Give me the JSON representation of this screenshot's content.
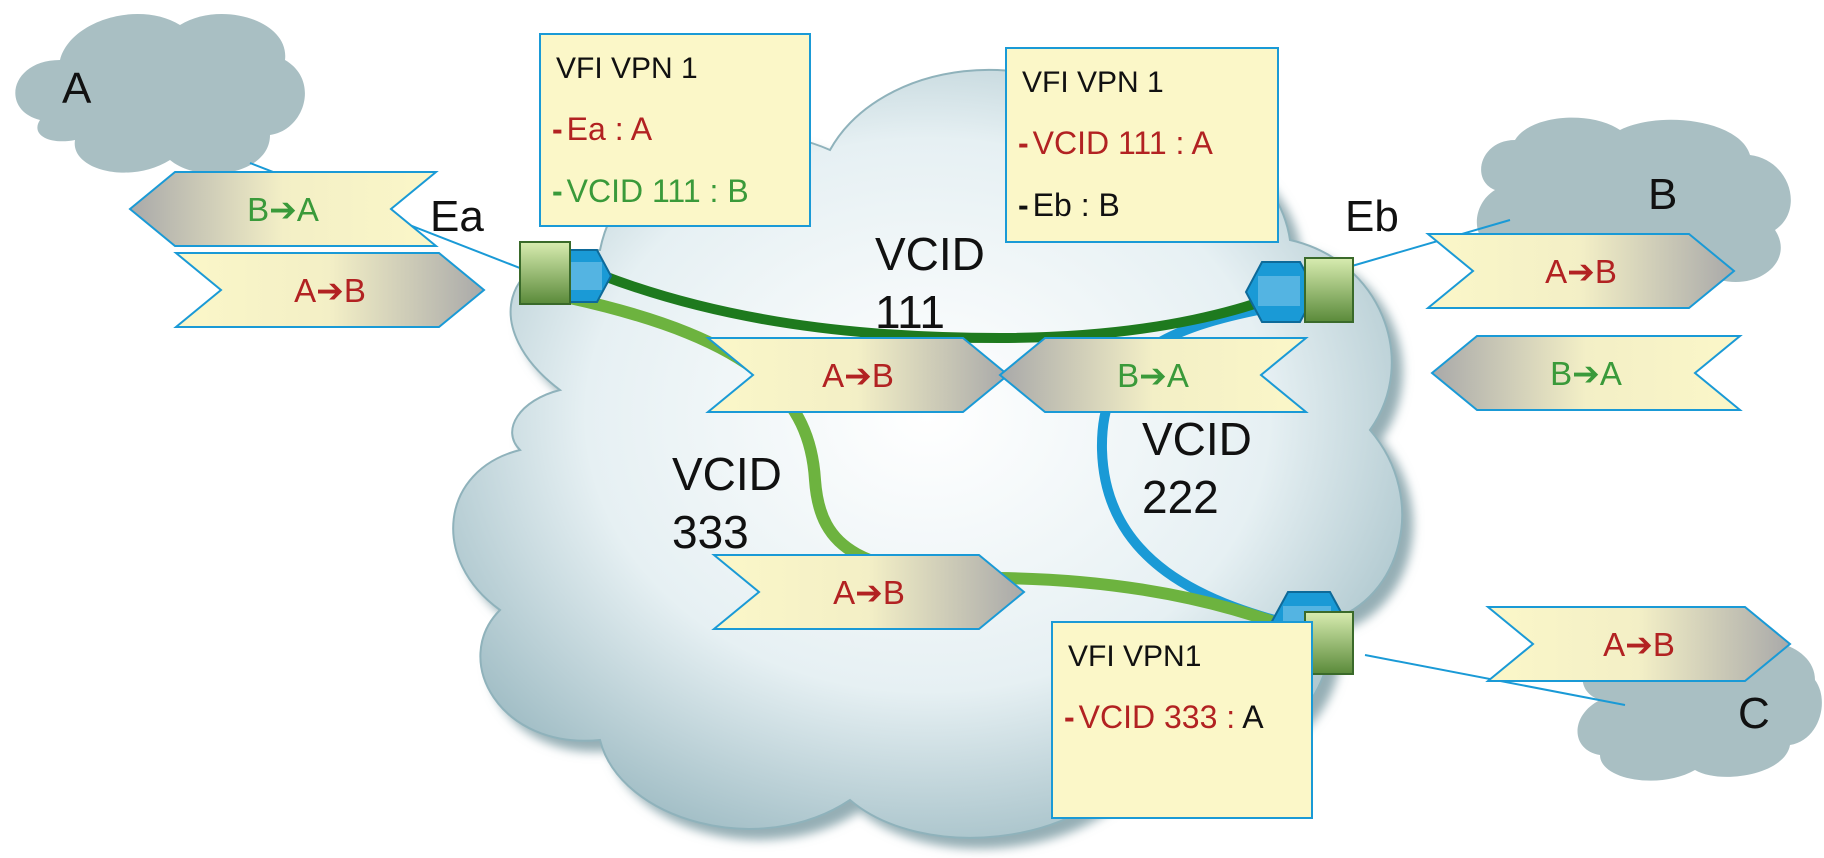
{
  "sites": {
    "a": "A",
    "b": "B",
    "c": "C"
  },
  "routers": {
    "ea": "Ea",
    "eb": "Eb"
  },
  "vcids": {
    "v111": [
      "VCID",
      "111"
    ],
    "v222": [
      "VCID",
      "222"
    ],
    "v333": [
      "VCID",
      "333"
    ]
  },
  "packets": {
    "a_to_b": {
      "from": "A",
      "to": "B",
      "text_color": "#b22222",
      "arrow_color": "#b22222"
    },
    "b_to_a": {
      "from": "B",
      "to": "A",
      "text_color": "#3a9a3a",
      "arrow_color": "#3a9a3a"
    }
  },
  "tables": {
    "ea": {
      "title": "VFI VPN 1",
      "entries": [
        {
          "dash": "-",
          "text": "Ea  : A",
          "color": "#b22222"
        },
        {
          "dash": "-",
          "text": "VCID 111 : B",
          "color": "#3a9a3a"
        }
      ]
    },
    "eb": {
      "title": "VFI VPN 1",
      "entries": [
        {
          "dash": "-",
          "text": "VCID 111 : A",
          "color": "#b22222"
        },
        {
          "dash": "-",
          "text": "Eb  : B",
          "color": "#111111"
        }
      ]
    },
    "ec": {
      "title": "VFI VPN1",
      "entries": [
        {
          "dash": "-",
          "text": "VCID 333 : ",
          "color": "#b22222",
          "suffix": "A"
        }
      ]
    }
  },
  "colors": {
    "vcid_111": "#1e7a1e",
    "vcid_222": "#1a9ad6",
    "vcid_333": "#6db33f",
    "attachment": "#1a9ad6",
    "table_fill": "#fbf7c8",
    "table_border": "#1a9ad6",
    "site_cloud": "#a9bfc3"
  }
}
